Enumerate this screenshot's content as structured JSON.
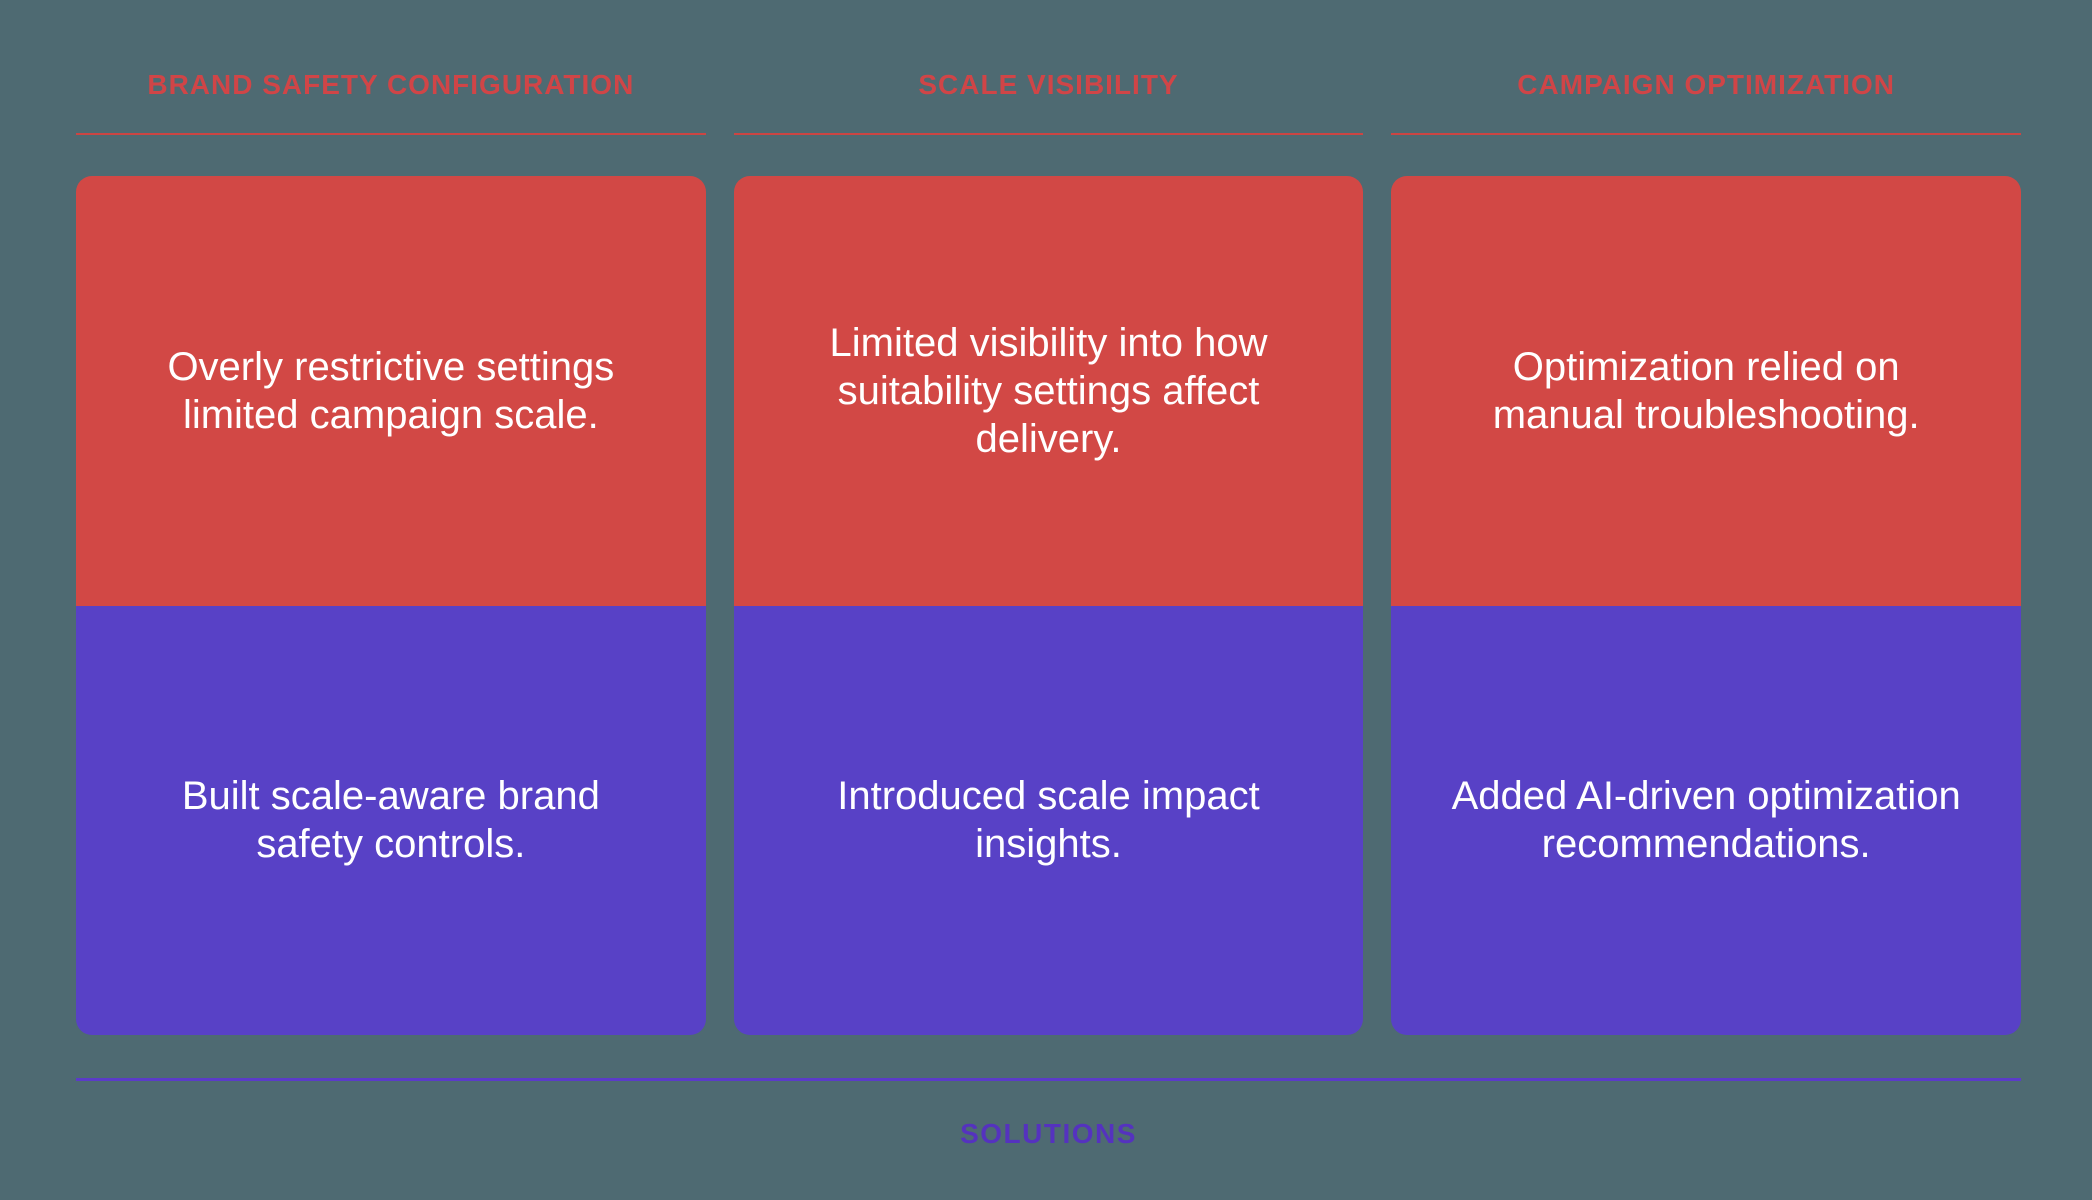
{
  "colors": {
    "background": "#4E6A72",
    "red": "#D24845",
    "purple": "#5841C6",
    "header-red": "#D04547",
    "underline-red": "#CC4543",
    "divider-purple": "#5B3BC8",
    "solutions-purple": "#5532BF",
    "card-text": "#FFFFFF"
  },
  "columns": [
    {
      "header": "BRAND SAFETY CONFIGURATION",
      "problem": "Overly restrictive settings\nlimited campaign scale.",
      "solution": "Built scale-aware brand\nsafety controls."
    },
    {
      "header": "SCALE VISIBILITY",
      "problem": "Limited visibility into how\nsuitability settings affect\ndelivery.",
      "solution": "Introduced scale impact\ninsights."
    },
    {
      "header": "CAMPAIGN OPTIMIZATION",
      "problem": "Optimization relied on\nmanual troubleshooting.",
      "solution": "Added AI-driven optimization\nrecommendations."
    }
  ],
  "footer": {
    "label": "SOLUTIONS"
  }
}
